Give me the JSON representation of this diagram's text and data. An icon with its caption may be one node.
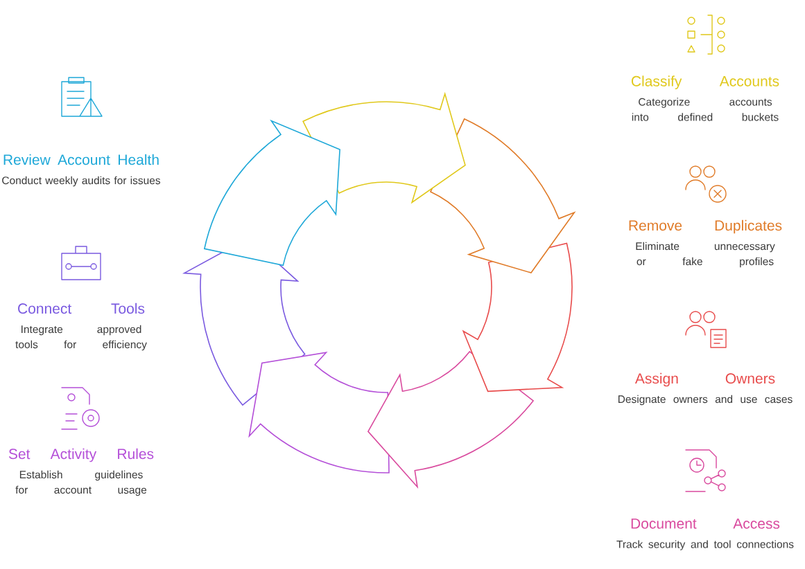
{
  "diagram": {
    "nodes": [
      {
        "text": [
          "Review Account Health",
          "Conduct weekly audits for issues"
        ]
      },
      {
        "text": [
          "Classify Accounts",
          "Categorize accounts into defined buckets"
        ]
      },
      {
        "text": [
          "Remove Duplicates",
          "Eliminate unnecessary or fake profiles"
        ]
      },
      {
        "text": [
          "Assign Owners",
          "Designate owners and use cases"
        ]
      },
      {
        "text": [
          "Document Access",
          "Track security and tool connections"
        ]
      },
      {
        "text": [
          "Set Activity Rules",
          "Establish guidelines for account usage"
        ]
      },
      {
        "text": [
          "Connect Tools",
          "Integrate approved tools for efficiency"
        ]
      }
    ]
  }
}
